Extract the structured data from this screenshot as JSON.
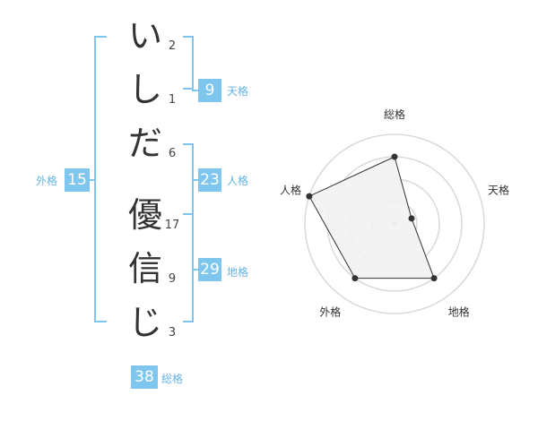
{
  "name": {
    "surname": [
      {
        "char": "い",
        "strokes": "2"
      },
      {
        "char": "し",
        "strokes": "1"
      },
      {
        "char": "だ",
        "strokes": "6"
      }
    ],
    "given": [
      {
        "char": "優",
        "strokes": "17"
      },
      {
        "char": "信",
        "strokes": "9"
      },
      {
        "char": "じ",
        "strokes": "3"
      }
    ]
  },
  "kakusu": {
    "tenkaku": {
      "value": "9",
      "label": "天格"
    },
    "jinkaku": {
      "value": "23",
      "label": "人格"
    },
    "chikaku": {
      "value": "29",
      "label": "地格"
    },
    "gaikaku": {
      "value": "15",
      "label": "外格"
    },
    "soukaku": {
      "value": "38",
      "label": "総格"
    }
  },
  "colors": {
    "accent": "#7fc6ef",
    "label": "#64b4e6",
    "ring": "#d9d9d9",
    "fill": "#f2f2f2",
    "outline": "#333333"
  },
  "chart_data": {
    "type": "radar",
    "axes": [
      "総格",
      "天格",
      "地格",
      "外格",
      "人格"
    ],
    "values": [
      0.75,
      0.2,
      0.75,
      0.75,
      1.0
    ],
    "rings": 4,
    "max": 1.0
  }
}
